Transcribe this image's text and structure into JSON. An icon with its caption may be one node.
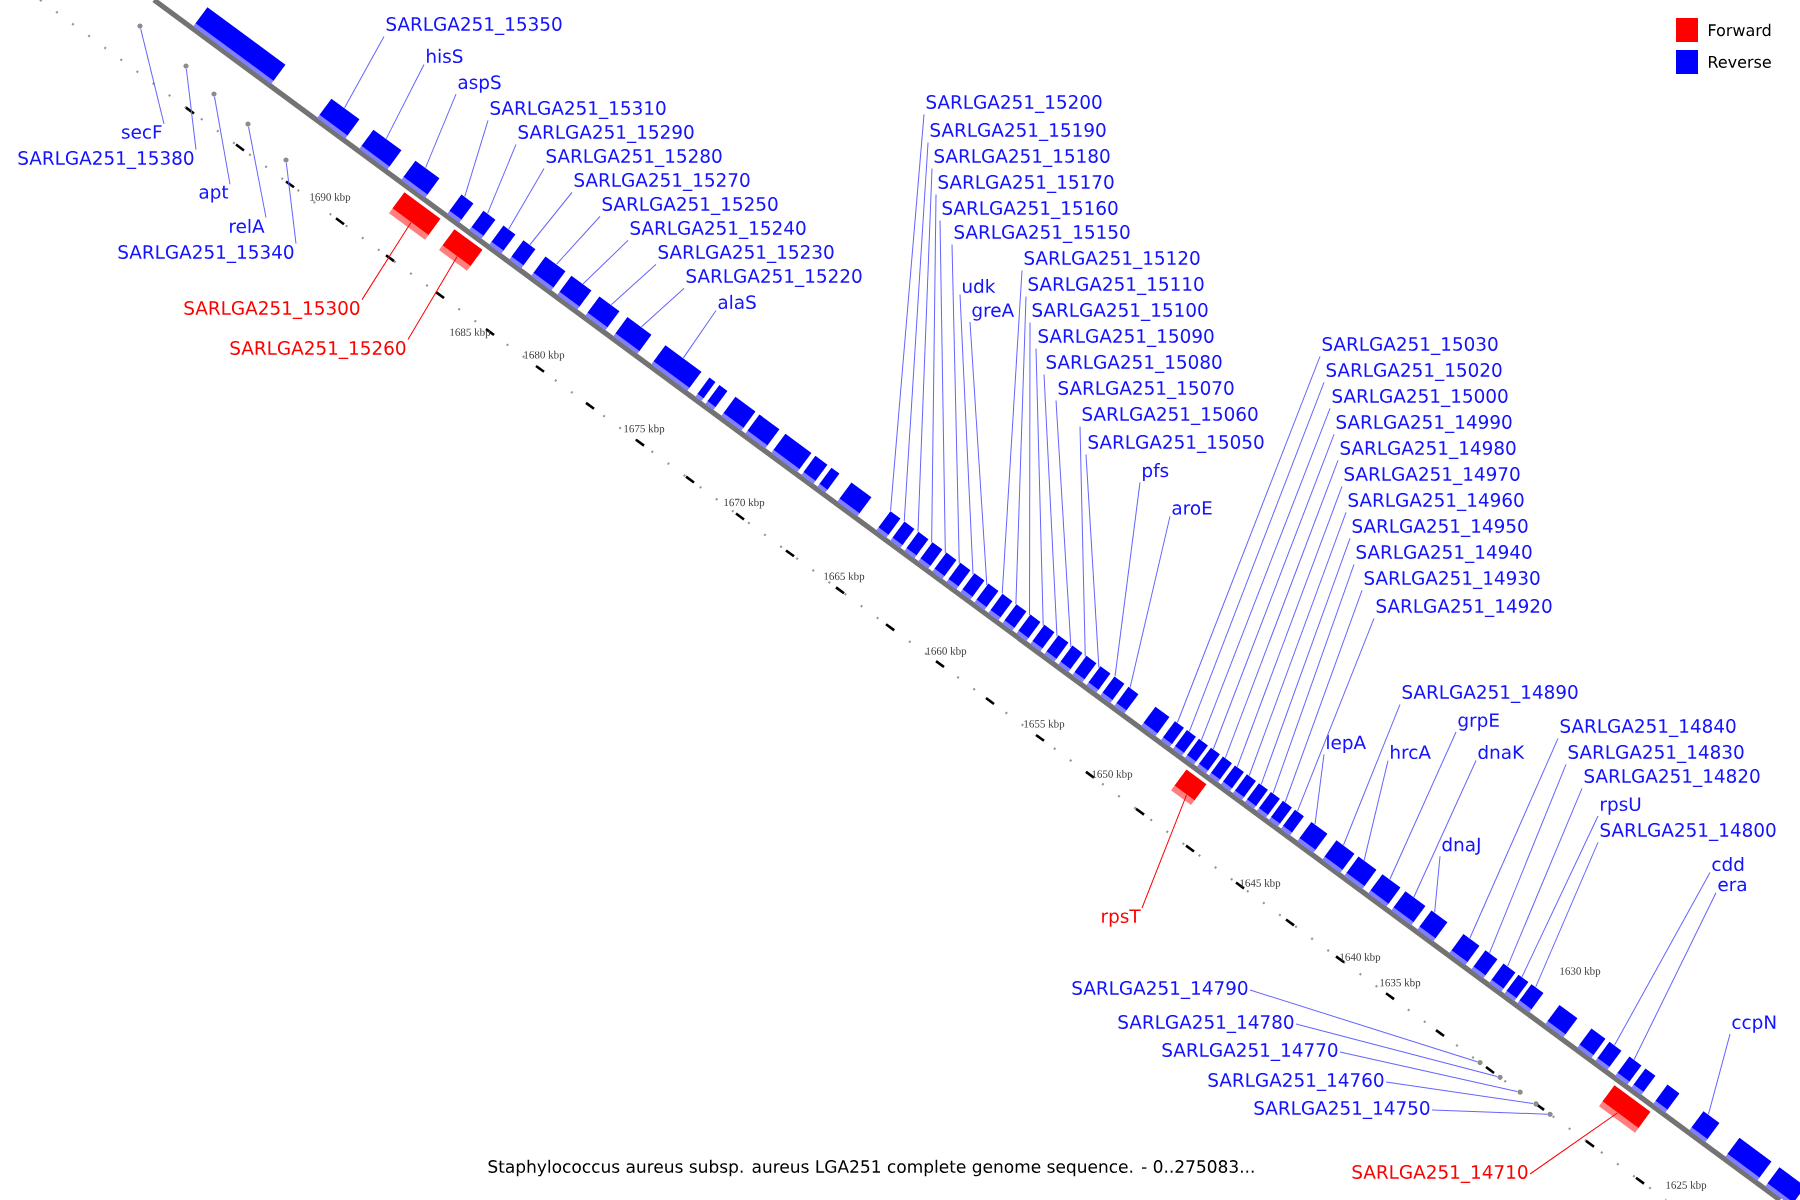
{
  "diagram": {
    "caption": "Staphylococcus aureus subsp. aureus LGA251 complete genome sequence. - 0..275083...",
    "nodes": [
      {
        "text": [
          "SARLGA251_15350"
        ]
      },
      {
        "text": [
          "hisS"
        ]
      },
      {
        "text": [
          "aspS"
        ]
      },
      {
        "text": [
          "SARLGA251_15310"
        ]
      },
      {
        "text": [
          "SARLGA251_15290"
        ]
      },
      {
        "text": [
          "SARLGA251_15280"
        ]
      },
      {
        "text": [
          "SARLGA251_15270"
        ]
      },
      {
        "text": [
          "secF"
        ]
      },
      {
        "text": [
          "SARLGA251_15380"
        ]
      },
      {
        "text": [
          "apt"
        ]
      },
      {
        "text": [
          "relA"
        ]
      },
      {
        "text": [
          "SARLGA251_15340"
        ]
      },
      {
        "text": [
          "SARLGA251_15250"
        ]
      },
      {
        "text": [
          "SARLGA251_15240"
        ]
      },
      {
        "text": [
          "SARLGA251_15230"
        ]
      },
      {
        "text": [
          "SARLGA251_15220"
        ]
      },
      {
        "text": [
          "alaS"
        ]
      },
      {
        "text": [
          "SARLGA251_15300"
        ]
      },
      {
        "text": [
          "SARLGA251_15260"
        ]
      },
      {
        "text": [
          "SARLGA251_15200"
        ]
      },
      {
        "text": [
          "SARLGA251_15190"
        ]
      },
      {
        "text": [
          "SARLGA251_15180"
        ]
      },
      {
        "text": [
          "SARLGA251_15170"
        ]
      },
      {
        "text": [
          "SARLGA251_15160"
        ]
      },
      {
        "text": [
          "SARLGA251_15150"
        ]
      },
      {
        "text": [
          "SARLGA251_15120"
        ]
      },
      {
        "text": [
          "udk"
        ]
      },
      {
        "text": [
          "SARLGA251_15110"
        ]
      },
      {
        "text": [
          "greA"
        ]
      },
      {
        "text": [
          "SARLGA251_15100"
        ]
      },
      {
        "text": [
          "SARLGA251_15090"
        ]
      },
      {
        "text": [
          "SARLGA251_15080"
        ]
      },
      {
        "text": [
          "SARLGA251_15070"
        ]
      },
      {
        "text": [
          "SARLGA251_15060"
        ]
      },
      {
        "text": [
          "SARLGA251_15050"
        ]
      },
      {
        "text": [
          "pfs"
        ]
      },
      {
        "text": [
          "aroE"
        ]
      },
      {
        "text": [
          "SARLGA251_15030"
        ]
      },
      {
        "text": [
          "SARLGA251_15020"
        ]
      },
      {
        "text": [
          "SARLGA251_15000"
        ]
      },
      {
        "text": [
          "SARLGA251_14990"
        ]
      },
      {
        "text": [
          "SARLGA251_14980"
        ]
      },
      {
        "text": [
          "SARLGA251_14970"
        ]
      },
      {
        "text": [
          "SARLGA251_14960"
        ]
      },
      {
        "text": [
          "SARLGA251_14950"
        ]
      },
      {
        "text": [
          "SARLGA251_14940"
        ]
      },
      {
        "text": [
          "SARLGA251_14930"
        ]
      },
      {
        "text": [
          "SARLGA251_14920"
        ]
      },
      {
        "text": [
          "SARLGA251_14890"
        ]
      },
      {
        "text": [
          "lepA"
        ]
      },
      {
        "text": [
          "grpE"
        ]
      },
      {
        "text": [
          "hrcA"
        ]
      },
      {
        "text": [
          "dnaK"
        ]
      },
      {
        "text": [
          "SARLGA251_14840"
        ]
      },
      {
        "text": [
          "SARLGA251_14830"
        ]
      },
      {
        "text": [
          "SARLGA251_14820"
        ]
      },
      {
        "text": [
          "rpsU"
        ]
      },
      {
        "text": [
          "SARLGA251_14800"
        ]
      },
      {
        "text": [
          "dnaJ"
        ]
      },
      {
        "text": [
          "cdd"
        ]
      },
      {
        "text": [
          "era"
        ]
      },
      {
        "text": [
          "rpsT"
        ]
      },
      {
        "text": [
          "SARLGA251_14790"
        ]
      },
      {
        "text": [
          "SARLGA251_14780"
        ]
      },
      {
        "text": [
          "SARLGA251_14770"
        ]
      },
      {
        "text": [
          "SARLGA251_14760"
        ]
      },
      {
        "text": [
          "SARLGA251_14750"
        ]
      },
      {
        "text": [
          "ccpN"
        ]
      },
      {
        "text": [
          "SARLGA251_14710"
        ]
      },
      {
        "text": [],
        "shape": "circle"
      },
      {
        "text": [],
        "shape": "circle"
      },
      {
        "text": [],
        "shape": "circle"
      },
      {
        "text": [],
        "shape": "circle"
      },
      {
        "text": [],
        "shape": "circle"
      },
      {
        "text": [],
        "shape": "box"
      },
      {
        "text": [],
        "shape": "box"
      },
      {
        "text": [],
        "shape": "box"
      },
      {
        "text": [],
        "shape": "box"
      },
      {
        "text": [],
        "shape": "box"
      },
      {
        "text": [],
        "shape": "box"
      },
      {
        "text": [],
        "shape": "box"
      },
      {
        "text": [],
        "shape": "box"
      },
      {
        "text": [],
        "shape": "box"
      },
      {
        "text": [],
        "shape": "box"
      },
      {
        "text": [],
        "shape": "box"
      },
      {
        "text": [],
        "shape": "box"
      },
      {
        "text": [],
        "shape": "box"
      },
      {
        "text": [],
        "shape": "box"
      },
      {
        "text": [],
        "shape": "box"
      },
      {
        "text": [],
        "shape": "box"
      },
      {
        "text": [],
        "shape": "box"
      },
      {
        "text": [],
        "shape": "box"
      },
      {
        "text": [],
        "shape": "box"
      },
      {
        "text": [],
        "shape": "box"
      },
      {
        "text": [],
        "shape": "box"
      },
      {
        "text": [],
        "shape": "box"
      },
      {
        "text": [],
        "shape": "box"
      },
      {
        "text": [],
        "shape": "box"
      },
      {
        "text": [],
        "shape": "box"
      },
      {
        "text": [],
        "shape": "box"
      },
      {
        "text": [],
        "shape": "box"
      },
      {
        "text": [],
        "shape": "box"
      },
      {
        "text": [],
        "shape": "box"
      },
      {
        "text": [],
        "shape": "box"
      },
      {
        "text": [],
        "shape": "box"
      },
      {
        "text": [],
        "shape": "box"
      },
      {
        "text": [],
        "shape": "box"
      },
      {
        "text": [],
        "shape": "box"
      },
      {
        "text": [],
        "shape": "box"
      },
      {
        "text": [],
        "shape": "box"
      },
      {
        "text": [],
        "shape": "box"
      },
      {
        "text": [],
        "shape": "box"
      },
      {
        "text": [],
        "shape": "box"
      },
      {
        "text": [],
        "shape": "box"
      },
      {
        "text": [],
        "shape": "box"
      },
      {
        "text": [],
        "shape": "box"
      },
      {
        "text": [],
        "shape": "box"
      },
      {
        "text": [],
        "shape": "box"
      },
      {
        "text": [],
        "shape": "box"
      },
      {
        "text": [],
        "shape": "box"
      },
      {
        "text": [],
        "shape": "box"
      },
      {
        "text": [],
        "shape": "box"
      },
      {
        "text": [],
        "shape": "box"
      },
      {
        "text": [],
        "shape": "box"
      },
      {
        "text": [],
        "shape": "box"
      },
      {
        "text": [],
        "shape": "box"
      },
      {
        "text": [],
        "shape": "circle"
      },
      {
        "text": [],
        "shape": "box"
      },
      {
        "text": [],
        "shape": "circle"
      },
      {
        "text": [],
        "shape": "box"
      },
      {
        "text": [],
        "shape": "circle"
      },
      {
        "text": [],
        "shape": "box"
      },
      {
        "text": [],
        "shape": "circle"
      },
      {
        "text": [],
        "shape": "circle"
      },
      {
        "text": [],
        "shape": "box"
      },
      {
        "text": [],
        "shape": "box"
      },
      {
        "text": [],
        "shape": "box"
      },
      {
        "text": [],
        "shape": "box"
      },
      {
        "text": [],
        "shape": "box"
      },
      {
        "text": [],
        "shape": "box"
      },
      {
        "text": [],
        "shape": "box"
      },
      {
        "text": [],
        "shape": "box"
      },
      {
        "text": [],
        "shape": "box"
      },
      {
        "text": [],
        "shape": "box"
      },
      {
        "text": [],
        "shape": "box"
      },
      {
        "text": [],
        "shape": "box"
      },
      {
        "text": [],
        "shape": "box"
      },
      {
        "text": [],
        "shape": "box"
      },
      {
        "text": [],
        "shape": "box"
      },
      {
        "text": [],
        "shape": "box"
      },
      {
        "text": [],
        "shape": "box"
      },
      {
        "text": [],
        "shape": "box"
      },
      {
        "text": [],
        "shape": "box"
      },
      {
        "text": [],
        "shape": "box"
      }
    ],
    "edges": [
      {
        "from": 0,
        "to": 74,
        "arrow": "none"
      },
      {
        "from": 1,
        "to": 75,
        "arrow": "none"
      },
      {
        "from": 2,
        "to": 76,
        "arrow": "none"
      },
      {
        "from": 3,
        "to": 78,
        "arrow": "none"
      },
      {
        "from": 4,
        "to": 80,
        "arrow": "none"
      },
      {
        "from": 5,
        "to": 81,
        "arrow": "none"
      },
      {
        "from": 6,
        "to": 82,
        "arrow": "none"
      },
      {
        "from": 7,
        "to": 69,
        "arrow": "none"
      },
      {
        "from": 8,
        "to": 70,
        "arrow": "none"
      },
      {
        "from": 9,
        "to": 71,
        "arrow": "none"
      },
      {
        "from": 10,
        "to": 72,
        "arrow": "none"
      },
      {
        "from": 11,
        "to": 73,
        "arrow": "none"
      },
      {
        "from": 12,
        "to": 83,
        "arrow": "none"
      },
      {
        "from": 13,
        "to": 84,
        "arrow": "none"
      },
      {
        "from": 14,
        "to": 85,
        "arrow": "none"
      },
      {
        "from": 15,
        "to": 86,
        "arrow": "none"
      },
      {
        "from": 16,
        "to": 87,
        "arrow": "none"
      },
      {
        "from": 17,
        "to": 77,
        "arrow": "none",
        "color": "#ff0000"
      },
      {
        "from": 18,
        "to": 79,
        "arrow": "none",
        "color": "#ff0000"
      },
      {
        "from": 19,
        "to": 88,
        "arrow": "none"
      },
      {
        "from": 20,
        "to": 89,
        "arrow": "none"
      },
      {
        "from": 21,
        "to": 90,
        "arrow": "none"
      },
      {
        "from": 22,
        "to": 91,
        "arrow": "none"
      },
      {
        "from": 23,
        "to": 92,
        "arrow": "none"
      },
      {
        "from": 24,
        "to": 93,
        "arrow": "none"
      },
      {
        "from": 25,
        "to": 96,
        "arrow": "none"
      },
      {
        "from": 26,
        "to": 94,
        "arrow": "none"
      },
      {
        "from": 27,
        "to": 97,
        "arrow": "none"
      },
      {
        "from": 28,
        "to": 95,
        "arrow": "none"
      },
      {
        "from": 29,
        "to": 98,
        "arrow": "none"
      },
      {
        "from": 30,
        "to": 99,
        "arrow": "none"
      },
      {
        "from": 31,
        "to": 100,
        "arrow": "none"
      },
      {
        "from": 32,
        "to": 101,
        "arrow": "none"
      },
      {
        "from": 33,
        "to": 102,
        "arrow": "none"
      },
      {
        "from": 34,
        "to": 103,
        "arrow": "none"
      },
      {
        "from": 35,
        "to": 104,
        "arrow": "none"
      },
      {
        "from": 36,
        "to": 105,
        "arrow": "none"
      },
      {
        "from": 37,
        "to": 106,
        "arrow": "none"
      },
      {
        "from": 38,
        "to": 107,
        "arrow": "none"
      },
      {
        "from": 39,
        "to": 108,
        "arrow": "none"
      },
      {
        "from": 40,
        "to": 110,
        "arrow": "none"
      },
      {
        "from": 41,
        "to": 111,
        "arrow": "none"
      },
      {
        "from": 42,
        "to": 112,
        "arrow": "none"
      },
      {
        "from": 43,
        "to": 113,
        "arrow": "none"
      },
      {
        "from": 44,
        "to": 114,
        "arrow": "none"
      },
      {
        "from": 45,
        "to": 115,
        "arrow": "none"
      },
      {
        "from": 46,
        "to": 116,
        "arrow": "none"
      },
      {
        "from": 47,
        "to": 117,
        "arrow": "none"
      },
      {
        "from": 48,
        "to": 119,
        "arrow": "none"
      },
      {
        "from": 49,
        "to": 118,
        "arrow": "none"
      },
      {
        "from": 50,
        "to": 121,
        "arrow": "none"
      },
      {
        "from": 51,
        "to": 120,
        "arrow": "none"
      },
      {
        "from": 52,
        "to": 122,
        "arrow": "none"
      },
      {
        "from": 53,
        "to": 124,
        "arrow": "none"
      },
      {
        "from": 54,
        "to": 125,
        "arrow": "none"
      },
      {
        "from": 55,
        "to": 127,
        "arrow": "none"
      },
      {
        "from": 56,
        "to": 129,
        "arrow": "none"
      },
      {
        "from": 57,
        "to": 131,
        "arrow": "none"
      },
      {
        "from": 58,
        "to": 123,
        "arrow": "none"
      },
      {
        "from": 59,
        "to": 134,
        "arrow": "none"
      },
      {
        "from": 60,
        "to": 135,
        "arrow": "none"
      },
      {
        "from": 61,
        "to": 109,
        "arrow": "none",
        "color": "#ff0000"
      },
      {
        "from": 62,
        "to": 126,
        "arrow": "none"
      },
      {
        "from": 63,
        "to": 128,
        "arrow": "none"
      },
      {
        "from": 64,
        "to": 130,
        "arrow": "none"
      },
      {
        "from": 65,
        "to": 132,
        "arrow": "none"
      },
      {
        "from": 66,
        "to": 133,
        "arrow": "none"
      },
      {
        "from": 67,
        "to": 137,
        "arrow": "none"
      },
      {
        "from": 68,
        "to": 136,
        "arrow": "none",
        "color": "#ff0000"
      }
    ],
    "labels": [
      "1690 kbp",
      "1685 kbp",
      "1680 kbp",
      "1675 kbp",
      "1670 kbp",
      "1665 kbp",
      "1660 kbp",
      "1655 kbp",
      "1650 kbp",
      "1645 kbp",
      "1640 kbp",
      "1635 kbp",
      "1630 kbp",
      "1625 kbp"
    ],
    "legend": [
      {
        "text": "Forward",
        "color": "#ff0000"
      },
      {
        "text": "Reverse",
        "color": "#0000ff"
      }
    ]
  }
}
